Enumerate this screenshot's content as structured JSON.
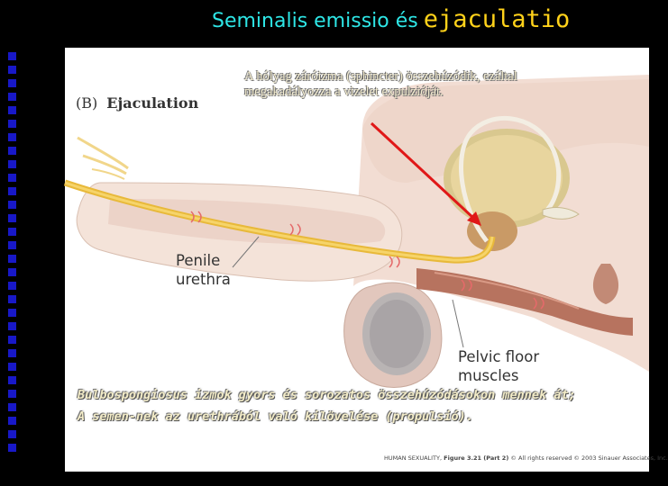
{
  "slide": {
    "title_part1": "Seminalis emissio és",
    "title_part2": "ejaculatio"
  },
  "figure": {
    "panel_label": "(B)",
    "panel_title": "Ejaculation",
    "penile_label": "Penile\nurethra",
    "pelvic_label": "Pelvic floor\nmuscles",
    "credit_book": "HUMAN SEXUALITY,",
    "credit_figure": "Figure 3.21 (Part 2)",
    "credit_rest": "© All rights reserved © 2003 Sinauer Associates, Inc."
  },
  "annotations": {
    "top": "A hólyag záróizma (sphincter) összehúzódik, ezáltal megakadályozza a vizelet expulzióját.",
    "bottom": "Bulbospongiosus izmok gyors és sorozatos összehúzódásokon mennek át;\nA semen-nek az urethrából való kilövelése (propulsió)."
  },
  "colors": {
    "title_cyan": "#2ee6e6",
    "title_yellow": "#ffd21a",
    "bullet_blue": "#1818c8",
    "arrow_red": "#e01818"
  }
}
